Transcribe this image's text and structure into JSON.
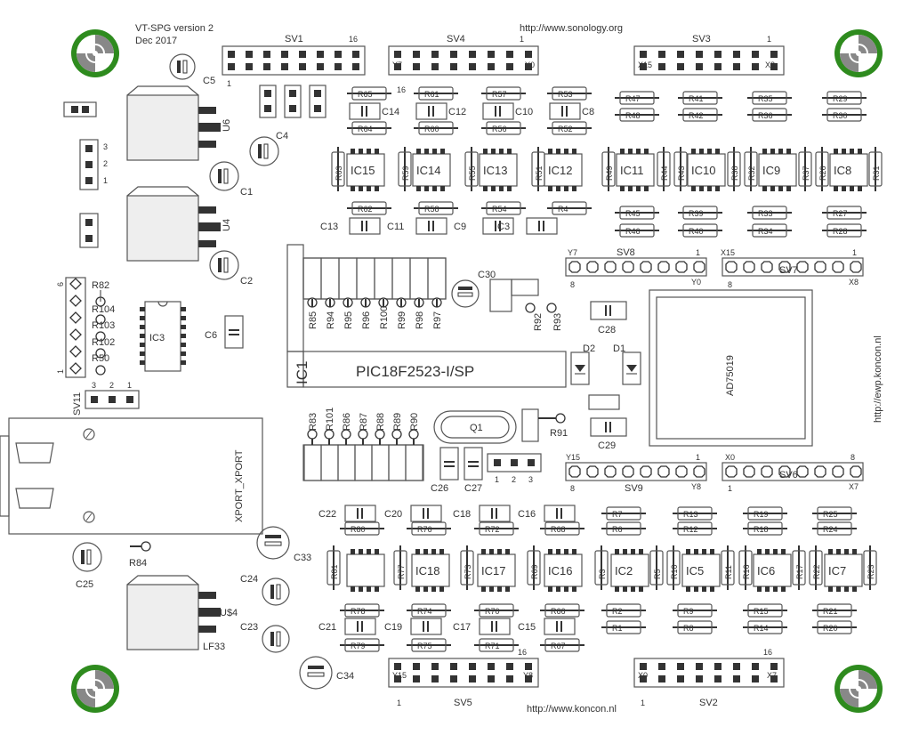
{
  "board": {
    "title": "VT-SPG version 2",
    "date": "Dec 2017",
    "url_top": "http://www.sonology.org",
    "url_bottom": "http://www.koncon.nl",
    "url_side": "http://ewp.koncon.nl"
  },
  "headers": {
    "sv1": {
      "name": "SV1",
      "left_pin": "1",
      "right_pin": "16"
    },
    "sv4": {
      "name": "SV4",
      "left_pin": "16",
      "right_pin": "1",
      "left_signal": "Y7",
      "right_signal": "Y0"
    },
    "sv3": {
      "name": "SV3",
      "right_pin": "1",
      "left_signal": "X15",
      "right_signal": "X8"
    },
    "sv8": {
      "name": "SV8",
      "left_signal": "Y7",
      "right_pin": "1",
      "left_pin": "8",
      "right_signal": "Y0"
    },
    "sv7": {
      "name": "SV7",
      "left_signal": "X15",
      "right_pin": "1",
      "left_pin": "8",
      "right_signal": "X8"
    },
    "sv9": {
      "name": "SV9",
      "left_signal": "Y15",
      "right_pin": "1",
      "left_pin": "8",
      "right_signal": "Y8"
    },
    "sv6": {
      "name": "SV6",
      "left_signal": "X0",
      "right_pin": "8",
      "left_pin": "1",
      "right_signal": "X7"
    },
    "sv5": {
      "name": "SV5",
      "left_signal": "Y15",
      "right_signal": "Y8",
      "right_pin": "16",
      "left_pin": "1"
    },
    "sv2": {
      "name": "SV2",
      "left_signal": "X0",
      "right_signal": "X7",
      "right_pin": "16",
      "left_pin": "1"
    },
    "sv11": {
      "name": "SV11",
      "pin3": "3",
      "pin2": "2",
      "pin1": "1"
    }
  },
  "top_resistors": [
    "R65",
    "R64",
    "R61",
    "R60",
    "R57",
    "R56",
    "R53",
    "R52",
    "R47",
    "R48",
    "R41",
    "R42",
    "R35",
    "R36",
    "R29",
    "R30"
  ],
  "mid_resistors": [
    "R62",
    "R58",
    "R54",
    "R4",
    "R45",
    "R46",
    "R39",
    "R40",
    "R33",
    "R34",
    "R27",
    "R28"
  ],
  "top_ics": [
    "IC15",
    "IC14",
    "IC13",
    "IC12",
    "IC11",
    "IC10",
    "IC9",
    "IC8"
  ],
  "top_side_r": [
    "R63",
    "R59",
    "R55",
    "R51",
    "R49",
    "R44",
    "R43",
    "R38",
    "R32",
    "R37",
    "R26",
    "R31"
  ],
  "top_caps_upper": [
    "C14",
    "C12",
    "C10",
    "C8"
  ],
  "top_caps_lower": [
    "C13",
    "C11",
    "C9",
    "C3"
  ],
  "bottom_ics": [
    "IC18",
    "IC17",
    "IC16",
    "IC2",
    "IC5",
    "IC6",
    "IC7"
  ],
  "bottom_r_upper": [
    "R80",
    "R76",
    "R72",
    "R68",
    "R7",
    "R6",
    "R13",
    "R12",
    "R19",
    "R18",
    "R25",
    "R24"
  ],
  "bottom_r_lower": [
    "R78",
    "R79",
    "R74",
    "R75",
    "R70",
    "R71",
    "R66",
    "R67",
    "R2",
    "R1",
    "R9",
    "R8",
    "R15",
    "R14",
    "R21",
    "R20"
  ],
  "bottom_side_r": [
    "R81",
    "R77",
    "R73",
    "R69",
    "R3",
    "R5",
    "R10",
    "R11",
    "R16",
    "R17",
    "R22",
    "R23"
  ],
  "bottom_caps_upper": [
    "C22",
    "C20",
    "C18",
    "C16"
  ],
  "bottom_caps_lower": [
    "C21",
    "C19",
    "C17",
    "C15"
  ],
  "parts": {
    "u6": "U6",
    "u4": "U4",
    "u54": "U$4",
    "lf33": "LF33",
    "c1": "C1",
    "c2": "C2",
    "c4": "C4",
    "c5": "C5",
    "c6": "C6",
    "c23": "C23",
    "c24": "C24",
    "c25": "C25",
    "c33": "C33",
    "c34": "C34",
    "c26": "C26",
    "c27": "C27",
    "c28": "C28",
    "c29": "C29",
    "c30": "C30",
    "ic3": "IC3",
    "ic1": "IC1",
    "pic": "PIC18F2523-I/SP",
    "ad": "AD75019",
    "q1": "Q1",
    "d1": "D1",
    "d2": "D2",
    "xport": "XPORT_XPORT",
    "r82": "R82",
    "r104": "R104",
    "r103": "R103",
    "r102": "R102",
    "r50": "R50",
    "r84": "R84",
    "r91": "R91",
    "r92": "R92",
    "r93": "R93",
    "r_upper_row": [
      "R85",
      "R94",
      "R95",
      "R96",
      "R100",
      "R99",
      "R98",
      "R97"
    ],
    "r_lower_row": [
      "R83",
      "R101",
      "R86",
      "R87",
      "R88",
      "R89",
      "R90"
    ],
    "pin6": "6",
    "pin1": "1",
    "jp_pins": [
      "1",
      "2",
      "3"
    ],
    "jp3": "3",
    "jp2": "2",
    "jp1": "1"
  }
}
